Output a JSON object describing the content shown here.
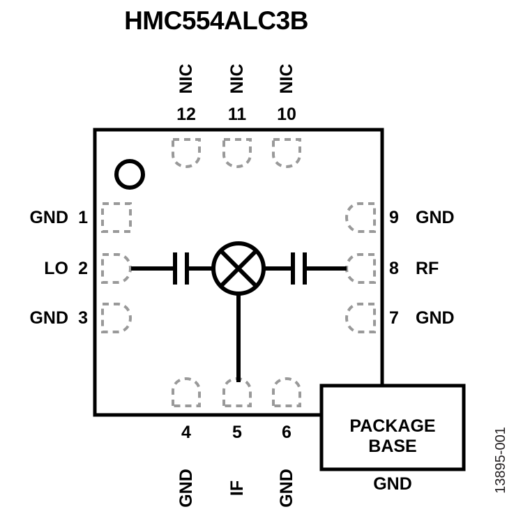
{
  "figure": {
    "title": "HMC554ALC3B",
    "figure_id": "13895-001",
    "package_base": {
      "line1": "PACKAGE",
      "line2": "BASE",
      "ground_label": "GND"
    },
    "colors": {
      "outline": "#000000",
      "pad_outline": "#999999",
      "text": "#000000",
      "figure_id": "#231f20",
      "background": "#ffffff"
    },
    "pins": {
      "top": [
        {
          "number": "12",
          "name": "NIC"
        },
        {
          "number": "11",
          "name": "NIC"
        },
        {
          "number": "10",
          "name": "NIC"
        }
      ],
      "left": [
        {
          "number": "1",
          "name": "GND"
        },
        {
          "number": "2",
          "name": "LO"
        },
        {
          "number": "3",
          "name": "GND"
        }
      ],
      "right": [
        {
          "number": "9",
          "name": "GND"
        },
        {
          "number": "8",
          "name": "RF"
        },
        {
          "number": "7",
          "name": "GND"
        }
      ],
      "bottom": [
        {
          "number": "4",
          "name": "GND"
        },
        {
          "number": "5",
          "name": "IF"
        },
        {
          "number": "6",
          "name": "GND"
        }
      ]
    },
    "schematic": {
      "mixer_symbol": "circle-with-x",
      "lo_path": "series-capacitor",
      "rf_path": "series-capacitor",
      "if_path": "direct",
      "pin1_marker": "circle"
    }
  }
}
